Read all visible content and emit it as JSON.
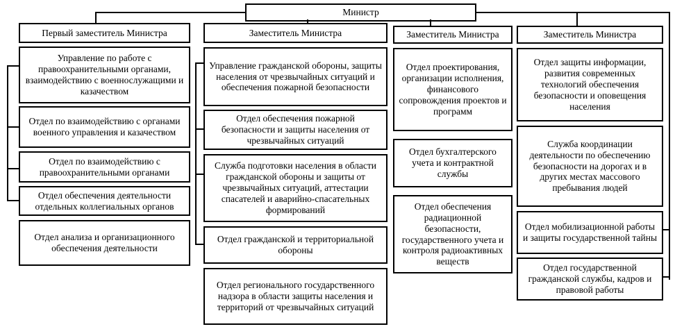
{
  "diagram": {
    "root_label": "Министр",
    "branches": [
      {
        "head": "Первый заместитель Министра",
        "units": [
          "Управление по работе с правоохранительными органами, взаимодействию с военнослужащими и казачеством",
          "Отдел по взаимодействию с органами военного управления и казачеством",
          "Отдел по взаимодействию с правоохранительными органами",
          "Отдел обеспечения деятельности отдельных коллегиальных органов",
          "Отдел анализа и организационного обеспечения деятельности"
        ]
      },
      {
        "head": "Заместитель Министра",
        "units": [
          "Управление гражданской обороны, защиты населения от чрезвычайных ситуаций и обеспечения пожарной безопасности",
          "Отдел обеспечения пожарной безопасности и защиты населения от чрезвычайных ситуаций",
          "Служба подготовки населения в области гражданской обороны и защиты от чрезвычайных ситуаций, аттестации спасателей и аварийно-спасательных формирований",
          "Отдел гражданской и территориальной обороны",
          "Отдел регионального государственного надзора в области защиты населения и территорий от чрезвычайных ситуаций"
        ]
      },
      {
        "head": "Заместитель Министра",
        "units": [
          "Отдел проектирования, организации исполнения, финансового сопровождения проектов и программ",
          "Отдел бухгалтерского учета и контрактной службы",
          "Отдел обеспечения радиационной безопасности, государственного учета и контроля радиоактивных веществ"
        ]
      },
      {
        "head": "Заместитель Министра",
        "units": [
          "Отдел защиты информации, развития современных технологий обеспечения безопасности и оповещения населения",
          "Служба координации деятельности по обеспечению безопасности на дорогах и в других местах массового пребывания людей",
          "Отдел мобилизационной работы и защиты государственной тайны",
          "Отдел государственной гражданской службы, кадров и правовой работы"
        ]
      }
    ]
  },
  "colors": {
    "box_border": "#000000",
    "connector": "#000000",
    "background": "#ffffff",
    "text": "#000000"
  }
}
